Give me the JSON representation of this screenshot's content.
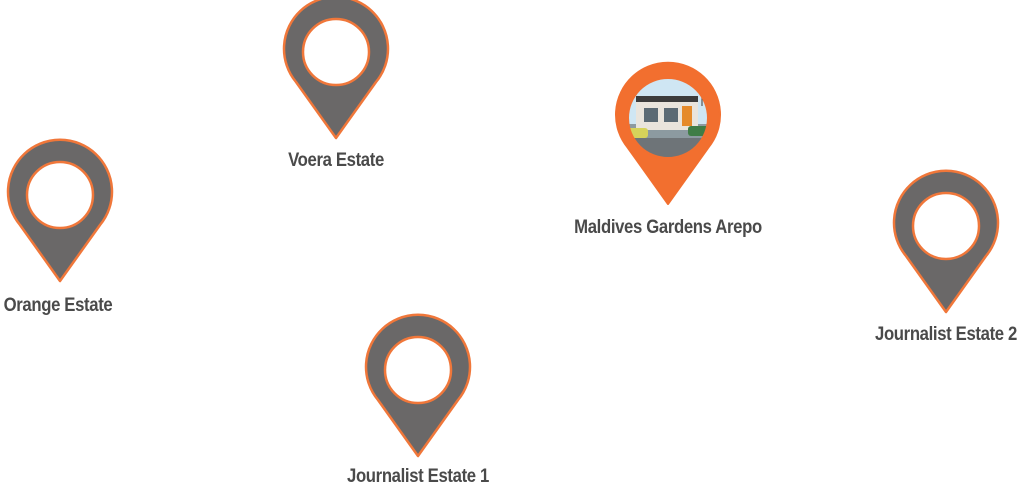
{
  "locations": [
    {
      "name": "Voera Estate",
      "active": false
    },
    {
      "name": "Orange Estate",
      "active": false
    },
    {
      "name": "Maldives Gardens Arepo",
      "active": true
    },
    {
      "name": "Journalist Estate 2",
      "active": false
    },
    {
      "name": "Journalist Estate 1",
      "active": false
    }
  ],
  "colors": {
    "pin_fill": "#6a6868",
    "pin_outline": "#f0773a",
    "active_pin_fill": "#f26f2f",
    "label_text": "#4a4a4a"
  },
  "icons": {
    "pin": "map-pin-icon",
    "active_photo": "estate-building-photo"
  }
}
